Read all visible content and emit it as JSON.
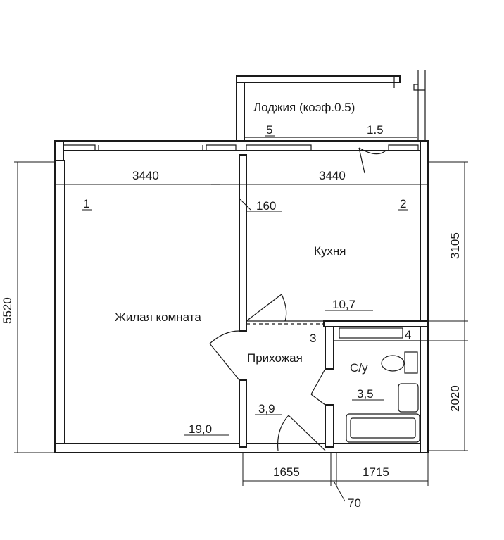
{
  "rooms": {
    "loggia_label": "Лоджия (коэф.0.5)",
    "loggia_num": "5",
    "loggia_area": "1.5",
    "living_num": "1",
    "living_label": "Жилая комната",
    "living_area": "19,0",
    "kitchen_num": "2",
    "kitchen_label": "Кухня",
    "kitchen_area": "10,7",
    "hall_num": "3",
    "hall_label": "Прихожая",
    "hall_area": "3,9",
    "bath_num": "4",
    "bath_label": "С/у",
    "bath_area": "3,5"
  },
  "dimensions": {
    "top_left": "3440",
    "top_right": "3440",
    "partition": "160",
    "left_height": "5520",
    "right_upper": "3105",
    "right_lower": "2020",
    "bottom_left": "1655",
    "bottom_right": "1715",
    "bottom_gap": "70"
  }
}
